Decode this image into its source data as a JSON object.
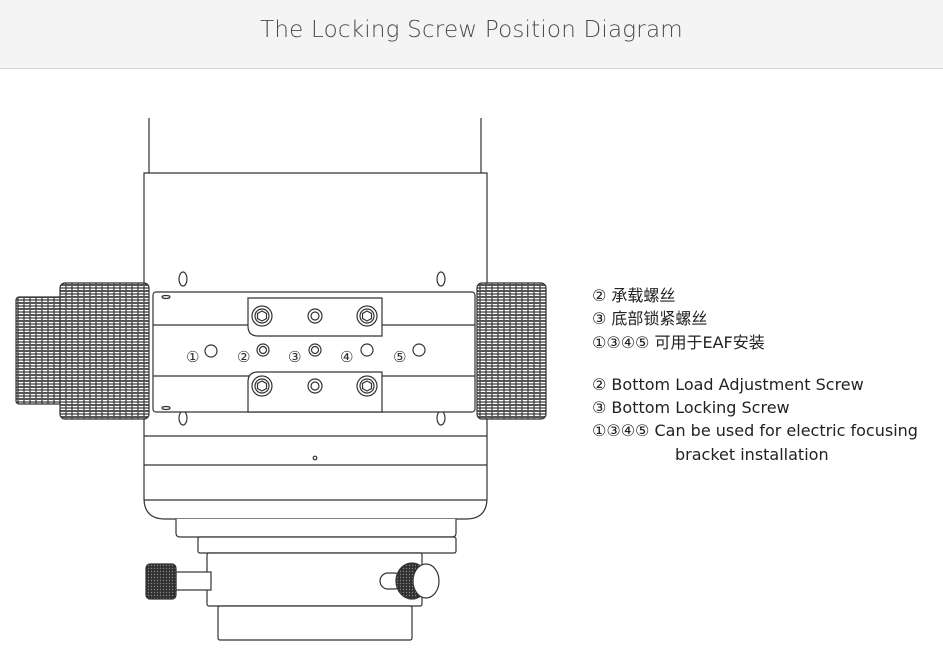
{
  "header": {
    "title": "The Locking Screw Position Diagram"
  },
  "diagram": {
    "hole_labels": [
      "①",
      "②",
      "③",
      "④",
      "⑤"
    ]
  },
  "legend": {
    "zh": [
      "② 承载螺丝",
      "③ 底部锁紧螺丝",
      "①③④⑤ 可用于EAF安装"
    ],
    "en": [
      "② Bottom Load Adjustment Screw",
      "③ Bottom Locking Screw",
      "①③④⑤ Can be used for electric focusing",
      "bracket installation"
    ]
  }
}
